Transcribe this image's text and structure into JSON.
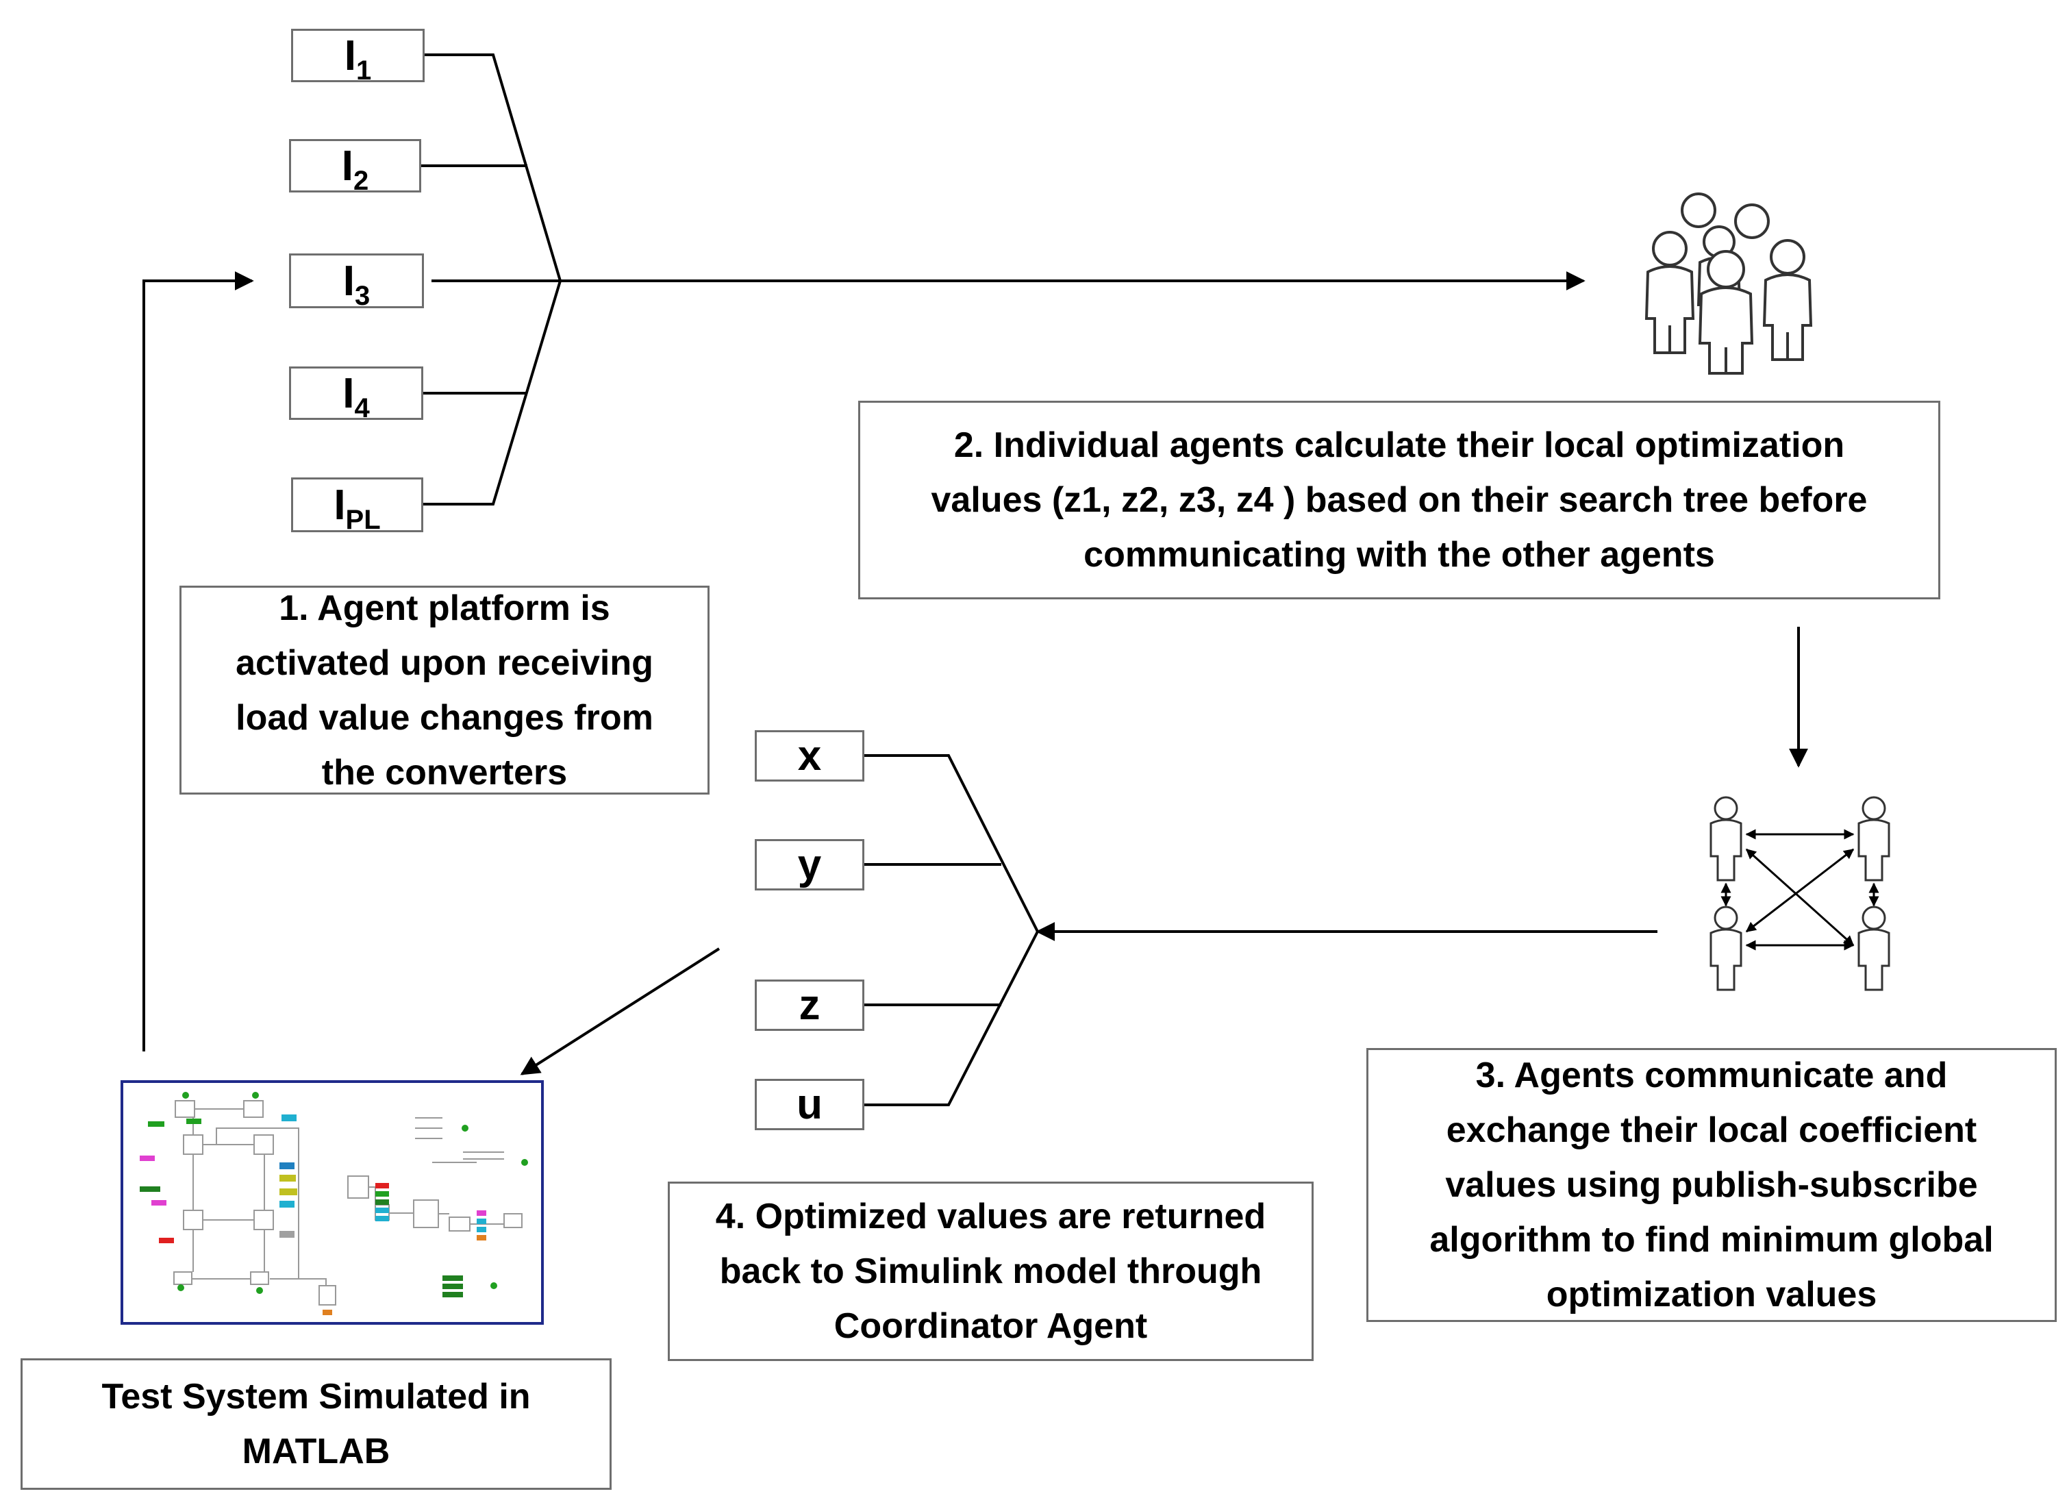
{
  "inputs": [
    {
      "base": "I",
      "sub": "1"
    },
    {
      "base": "I",
      "sub": "2"
    },
    {
      "base": "I",
      "sub": "3"
    },
    {
      "base": "I",
      "sub": "4"
    },
    {
      "base": "I",
      "sub": "PL"
    }
  ],
  "outputs": [
    "x",
    "y",
    "z",
    "u"
  ],
  "steps": {
    "step1": [
      "1. Agent platform is",
      "activated upon receiving",
      "load value changes from",
      "the converters"
    ],
    "step2": [
      "2. Individual agents calculate their local optimization",
      "values (z1, z2, z3, z4 ) based on their search tree before",
      "communicating with the  other agents"
    ],
    "step3": [
      "3. Agents communicate and",
      "exchange their local coefficient",
      "values using  publish-subscribe",
      "algorithm to find minimum global",
      "optimization values"
    ],
    "step4": [
      "4. Optimized values are returned",
      "back to Simulink model through",
      "Coordinator Agent"
    ]
  },
  "test_system": [
    "Test System Simulated in",
    "MATLAB"
  ],
  "icons": {
    "agent_group": "people-group-icon",
    "agent_network": "agent-network-icon",
    "simulink_model": "simulink-model-thumbnail"
  },
  "colors": {
    "line": "#000000",
    "box_border": "#6e6e6e",
    "model_frame": "#1f2a8a"
  }
}
